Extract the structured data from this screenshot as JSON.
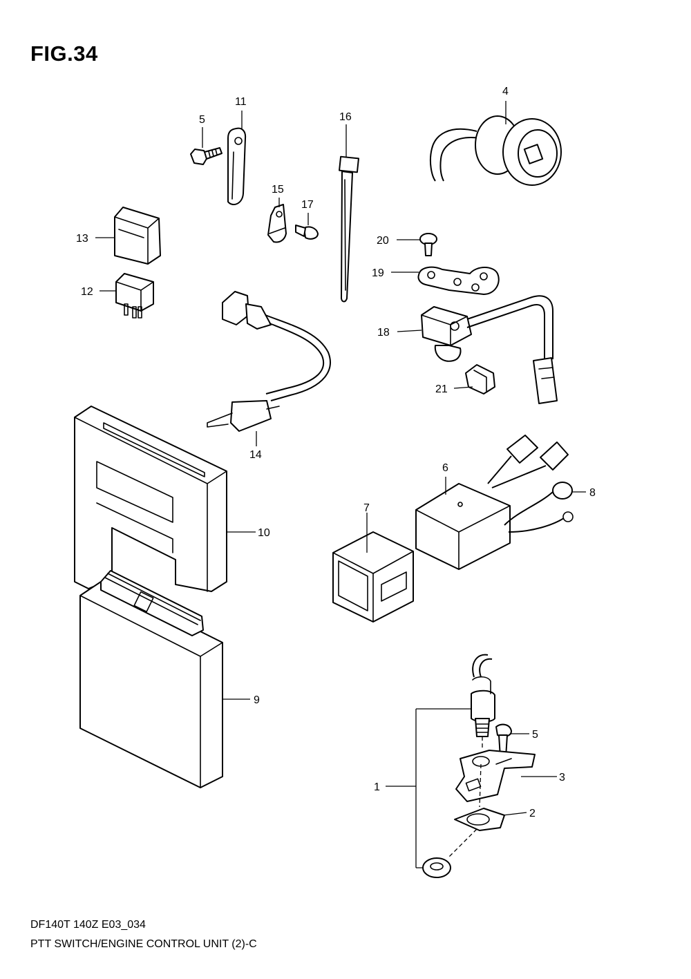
{
  "figure": {
    "title": "FIG.34",
    "model_code": "DF140T 140Z E03_034",
    "caption": "PTT SWITCH/ENGINE CONTROL UNIT (2)-C"
  },
  "callouts": {
    "c1": "1",
    "c2": "2",
    "c3": "3",
    "c4": "4",
    "c5a": "5",
    "c5b": "5",
    "c6": "6",
    "c7": "7",
    "c8": "8",
    "c9": "9",
    "c10": "10",
    "c11": "11",
    "c12": "12",
    "c13": "13",
    "c14": "14",
    "c15": "15",
    "c16": "16",
    "c17": "17",
    "c18": "18",
    "c19": "19",
    "c20": "20",
    "c21": "21"
  },
  "icons": {
    "ignition-switch": "part-4-icon",
    "ptt-switch": "part-1-icon",
    "ecu": "part-9-icon",
    "relay": "part-12-icon"
  }
}
